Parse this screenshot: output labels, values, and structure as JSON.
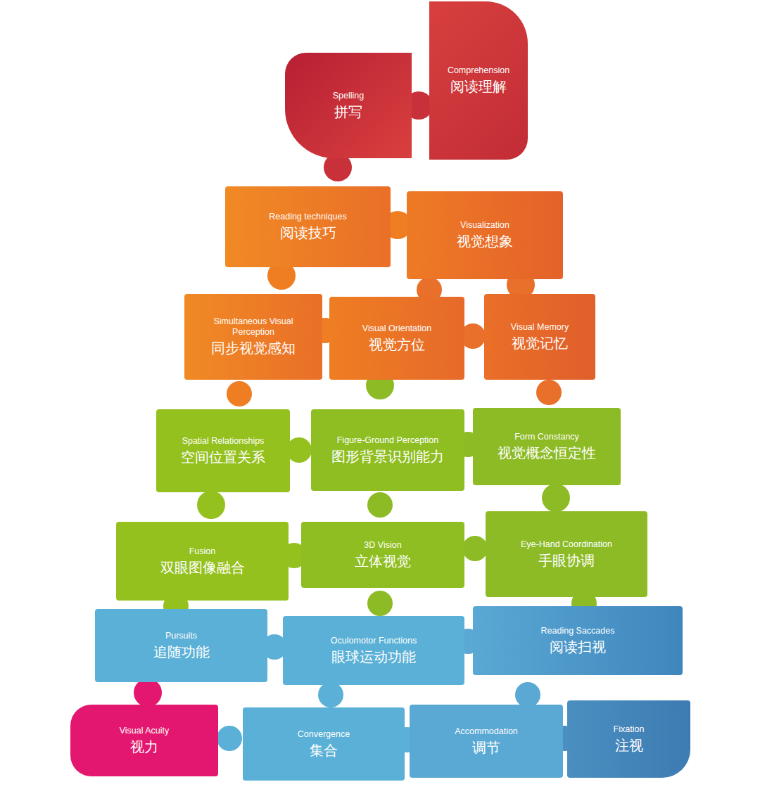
{
  "diagram": {
    "nodes": [
      {
        "text": [
          "Spelling",
          "拼写"
        ]
      },
      {
        "text": [
          "Comprehension",
          "阅读理解"
        ]
      },
      {
        "text": [
          "Reading techniques",
          "阅读技巧"
        ]
      },
      {
        "text": [
          "Visualization",
          "视觉想象"
        ]
      },
      {
        "text": [
          "Simultaneous Visual Perception",
          "同步视觉感知"
        ]
      },
      {
        "text": [
          "Visual Orientation",
          "视觉方位"
        ]
      },
      {
        "text": [
          "Visual Memory",
          "视觉记忆"
        ]
      },
      {
        "text": [
          "Spatial Relationships",
          "空间位置关系"
        ]
      },
      {
        "text": [
          "Figure-Ground Perception",
          "图形背景识别能力"
        ]
      },
      {
        "text": [
          "Form Constancy",
          "视觉概念恒定性"
        ]
      },
      {
        "text": [
          "Fusion",
          "双眼图像融合"
        ]
      },
      {
        "text": [
          "3D Vision",
          "立体视觉"
        ]
      },
      {
        "text": [
          "Eye-Hand Coordination",
          "手眼协调"
        ]
      },
      {
        "text": [
          "Pursuits",
          "追随功能"
        ]
      },
      {
        "text": [
          "Oculomotor Functions",
          "眼球运动功能"
        ]
      },
      {
        "text": [
          "Reading Saccades",
          "阅读扫视"
        ]
      },
      {
        "text": [
          "Visual Acuity",
          "视力"
        ]
      },
      {
        "text": [
          "Convergence",
          "集合"
        ]
      },
      {
        "text": [
          "Accommodation",
          "调节"
        ]
      },
      {
        "text": [
          "Fixation",
          "注视"
        ]
      }
    ]
  }
}
